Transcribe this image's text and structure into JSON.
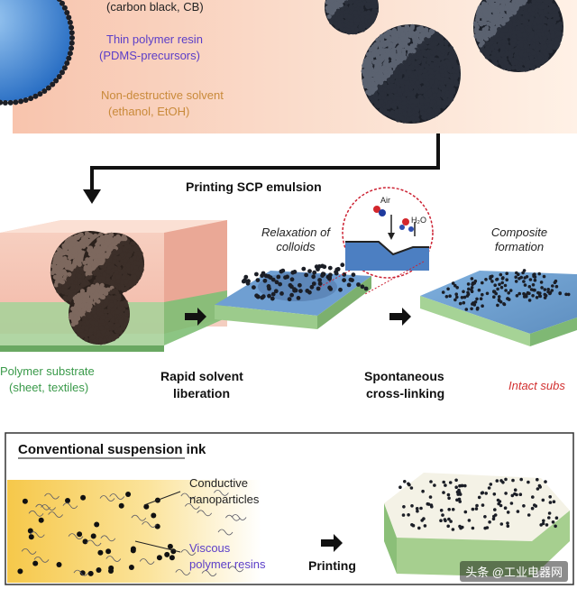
{
  "top_panel": {
    "carbon_label": "(carbon black, CB)",
    "resin_label": "Thin polymer resin",
    "resin_sub": "(PDMS-precursors)",
    "solvent_label": "Non-destructive solvent",
    "solvent_sub": "(ethanol, EtOH)"
  },
  "process": {
    "printing_label": "Printing SCP emulsion",
    "relaxation_label": "Relaxation of colloids",
    "air_label": "Air",
    "h2o_label": "H₂O",
    "composite_label": "Composite formation",
    "substrate_label": "Polymer substrate",
    "substrate_sub": "(sheet, textiles)",
    "rapid_line1": "Rapid solvent",
    "rapid_line2": "liberation",
    "spont_line1": "Spontaneous",
    "spont_line2": "cross-linking",
    "intact_label": "Intact subs"
  },
  "conventional": {
    "title": "Conventional suspension ink",
    "conductive_line1": "Conductive",
    "conductive_line2": "nanoparticles",
    "viscous_line1": "Viscous",
    "viscous_line2": "polymer resins",
    "printing_label": "Printing"
  },
  "watermark": "头条 @工业电器网",
  "colors": {
    "purple_text": "#5b3ec8",
    "orange_text": "#c98a3a",
    "green_text": "#3a9a4a",
    "red_text": "#d23030",
    "top_bg_left": "#f7c7b0",
    "top_bg_right": "#fbe4d2"
  }
}
